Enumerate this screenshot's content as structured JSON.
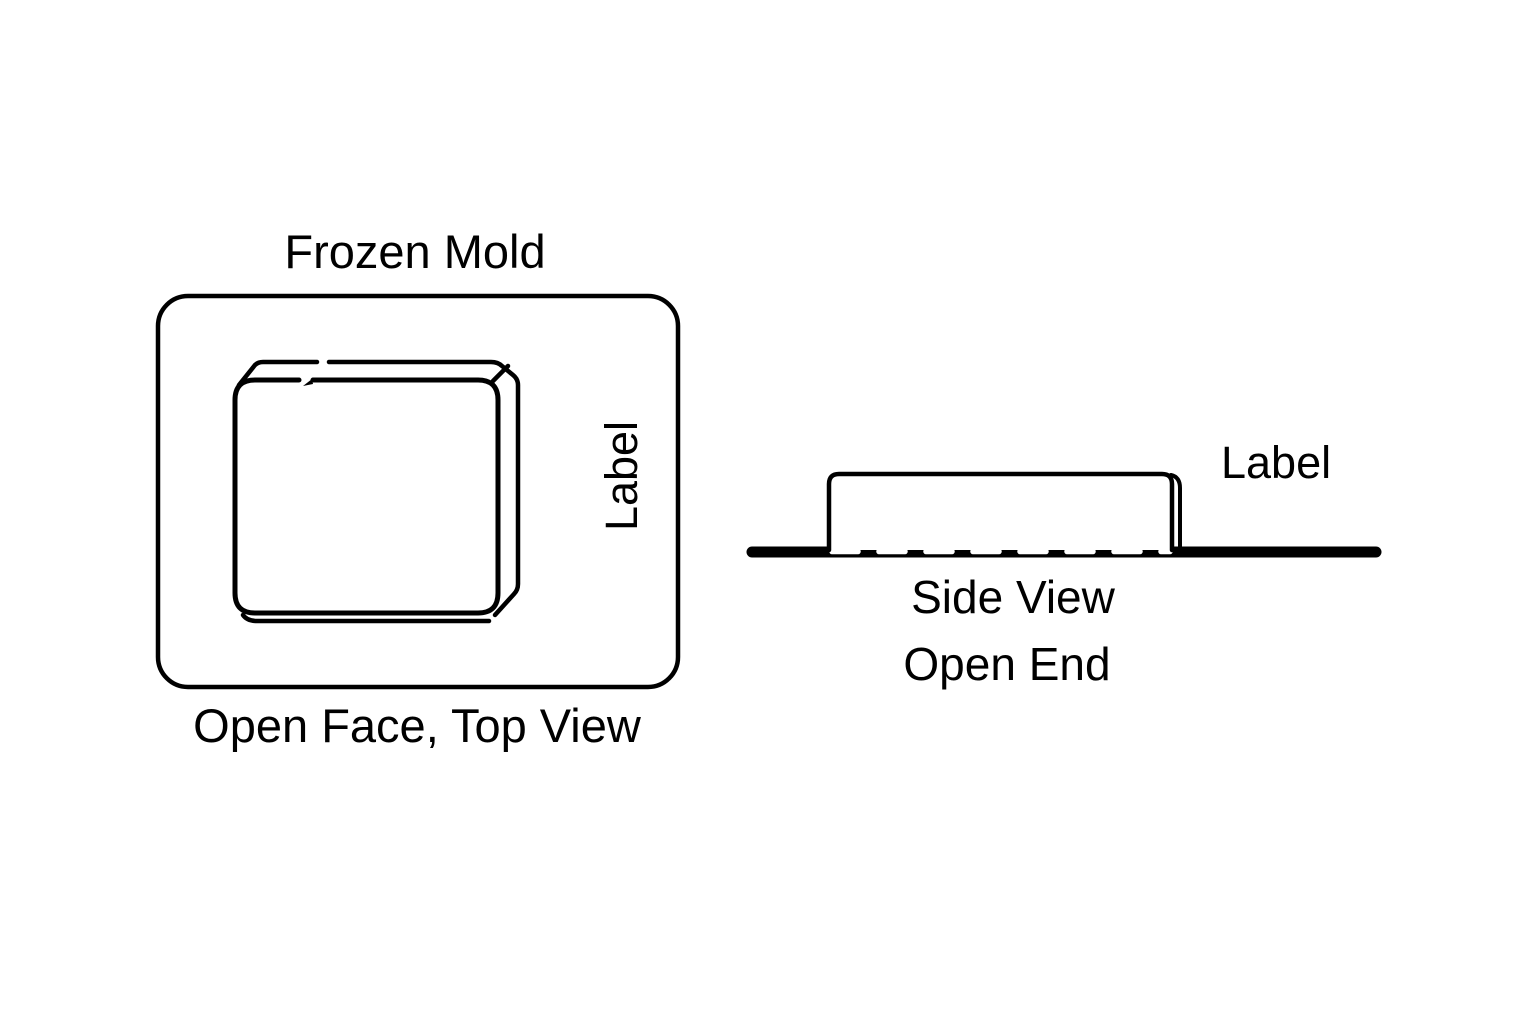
{
  "colors": {
    "background": "#ffffff",
    "ink": "#000000"
  },
  "left_diagram": {
    "title": "Frozen Mold",
    "side_label": "Label",
    "caption": "Open Face, Top View"
  },
  "right_diagram": {
    "side_label": "Label",
    "caption_line1": "Side View",
    "caption_line2": "Open End"
  }
}
